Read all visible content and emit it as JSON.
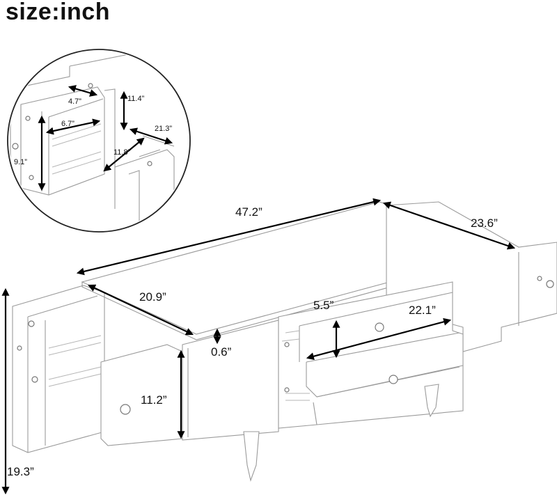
{
  "header": {
    "title": "size:inch"
  },
  "dimensions": {
    "top_length": "47.2”",
    "depth": "23.6”",
    "side_depth": "20.9”",
    "top_thickness": "0.6”",
    "cabinet_height": "11.2”",
    "total_height": "19.3”",
    "drawer_height": "5.5”",
    "drawer_length": "22.1”"
  },
  "detail": {
    "w1": "4.7”",
    "h1": "11.4”",
    "w2": "6.7”",
    "d1": "21.3”",
    "h2": "9.1”",
    "d2": "11.8”"
  }
}
